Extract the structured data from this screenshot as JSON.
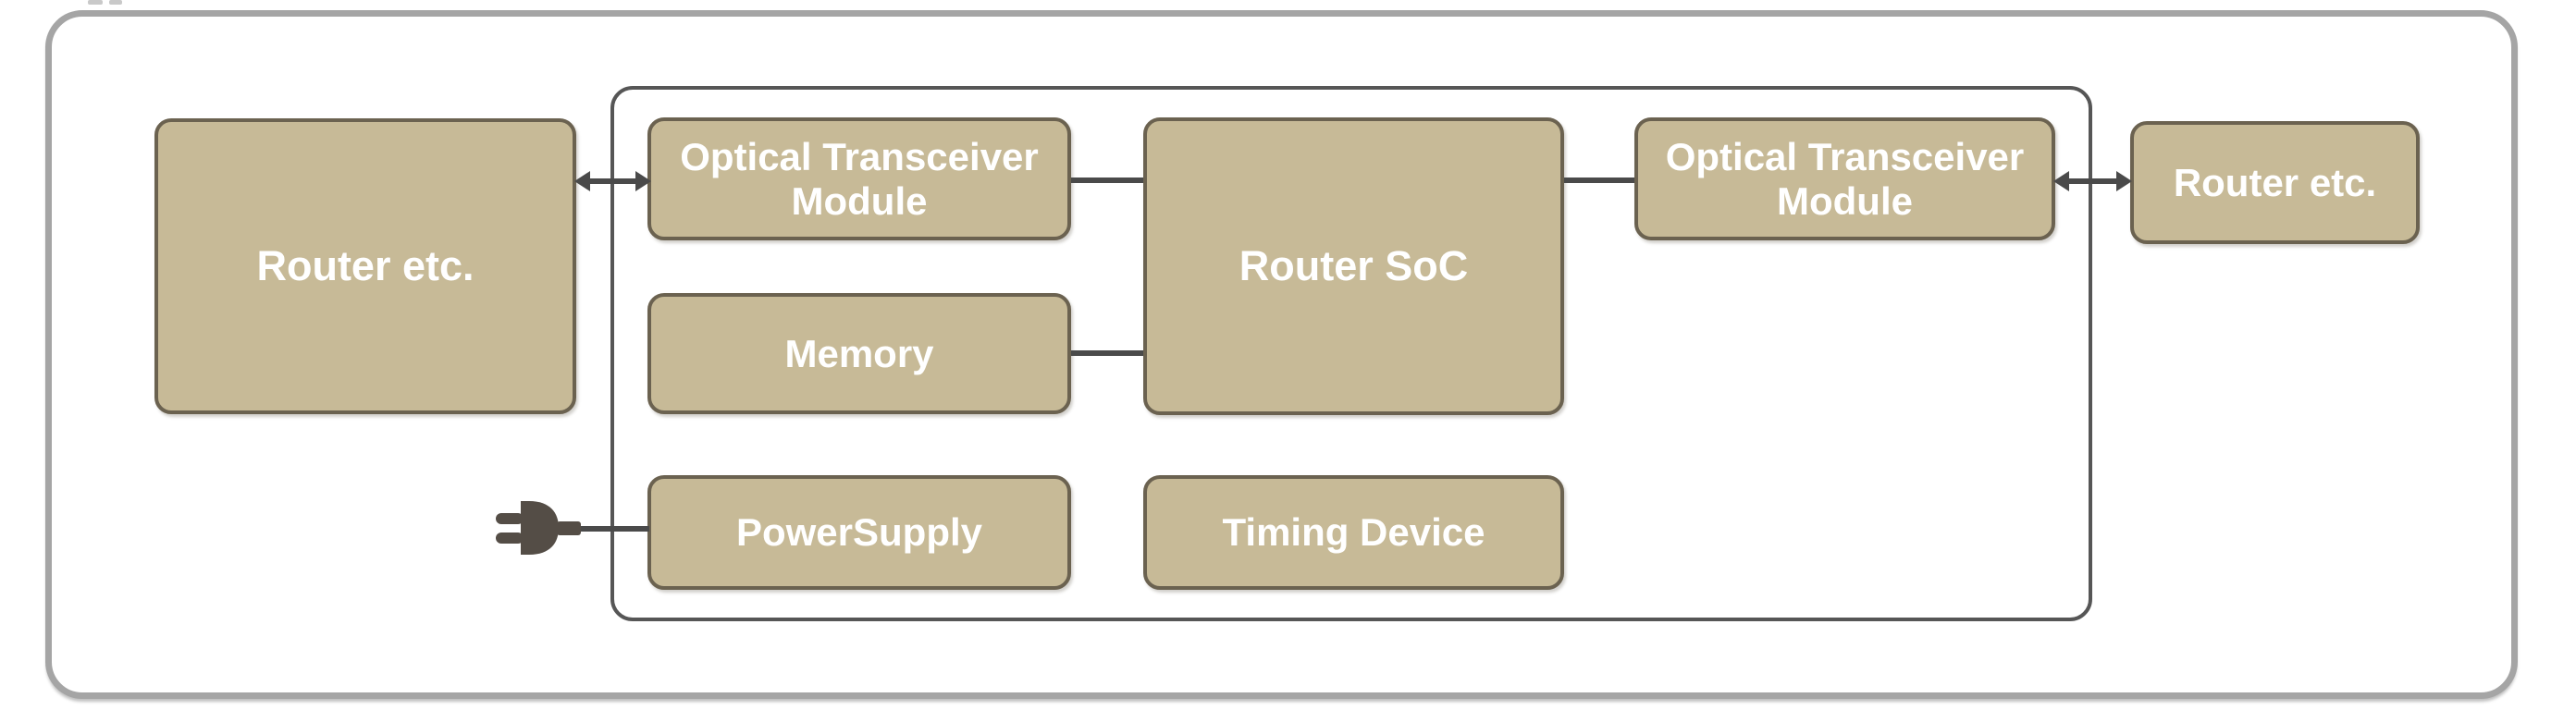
{
  "diagram": {
    "nodes": {
      "router_left": {
        "label": "Router etc."
      },
      "otm_left": {
        "label": "Optical Transceiver Module"
      },
      "memory": {
        "label": "Memory"
      },
      "power_supply": {
        "label": "PowerSupply"
      },
      "router_soc": {
        "label": "Router SoC"
      },
      "timing_device": {
        "label": "Timing Device"
      },
      "otm_right": {
        "label": "Optical Transceiver Module"
      },
      "router_right": {
        "label": "Router etc."
      }
    },
    "icons": {
      "power_plug": "power-plug-icon",
      "arrow_left": "double-arrow-icon",
      "arrow_right": "double-arrow-icon"
    },
    "colors": {
      "frame_border": "#a5a5a5",
      "container_border": "#565656",
      "box_fill": "#c7ba97",
      "box_border": "#6b6250",
      "connector": "#4a4a4a",
      "plug": "#544d46",
      "label_text": "#ffffff"
    }
  }
}
